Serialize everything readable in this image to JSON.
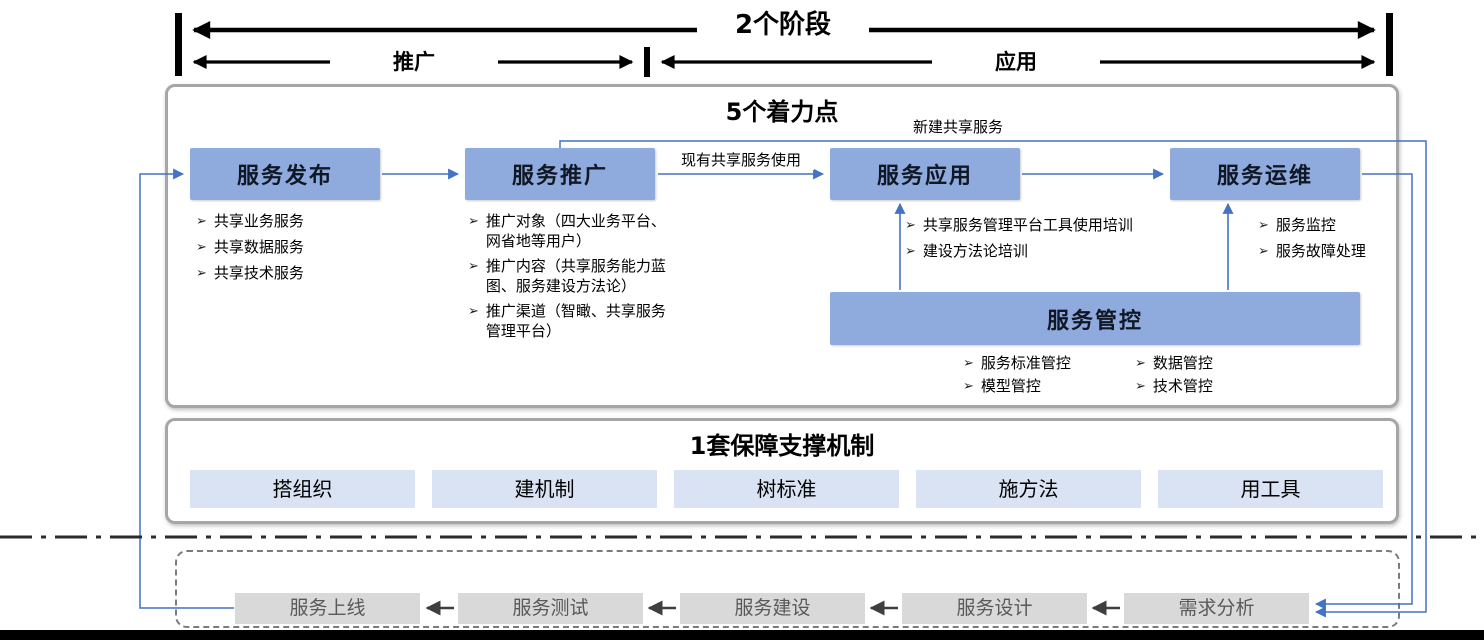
{
  "bullet": "➢",
  "colors": {
    "service_box": "#8FAADC",
    "mechanism_box": "#DAE3F3",
    "pipeline_box": "#D9D9D9",
    "pipeline_text": "#595959",
    "arrow_blue": "#4472C4",
    "container_border": "#A6A6A6"
  },
  "header": {
    "stages_label": "2个阶段",
    "phase_left": "推广",
    "phase_right": "应用"
  },
  "focus": {
    "title": "5个着力点",
    "flow_labels": {
      "new_service": "新建共享服务",
      "existing_service": "现有共享服务使用"
    },
    "publish": {
      "title": "服务发布",
      "items": [
        "共享业务服务",
        "共享数据服务",
        "共享技术服务"
      ]
    },
    "promote": {
      "title": "服务推广",
      "items": [
        "推广对象（四大业务平台、网省地等用户）",
        "推广内容（共享服务能力蓝图、服务建设方法论）",
        "推广渠道（智瞰、共享服务管理平台）"
      ]
    },
    "apply": {
      "title": "服务应用",
      "items": [
        "共享服务管理平台工具使用培训",
        "建设方法论培训"
      ]
    },
    "operate": {
      "title": "服务运维",
      "items": [
        "服务监控",
        "服务故障处理"
      ]
    },
    "control": {
      "title": "服务管控",
      "col1": [
        "服务标准管控",
        "模型管控"
      ],
      "col2": [
        "数据管控",
        "技术管控"
      ]
    }
  },
  "mechanism": {
    "title": "1套保障支撑机制",
    "items": [
      "搭组织",
      "建机制",
      "树标准",
      "施方法",
      "用工具"
    ]
  },
  "pipeline": {
    "items": [
      "服务上线",
      "服务测试",
      "服务建设",
      "服务设计",
      "需求分析"
    ]
  }
}
